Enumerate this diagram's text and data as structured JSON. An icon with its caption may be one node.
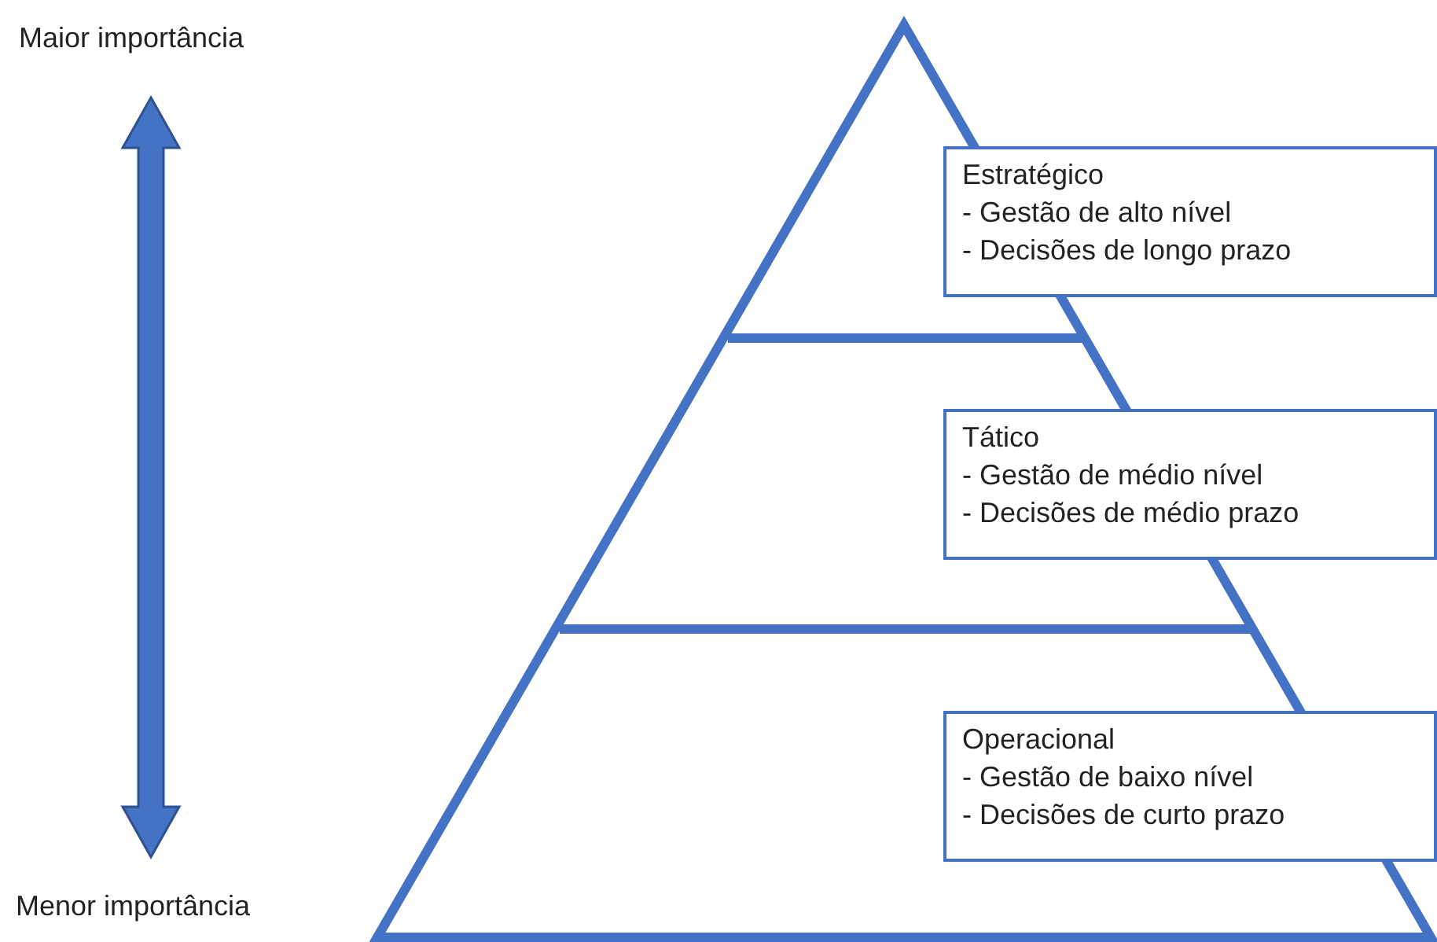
{
  "diagram": {
    "nodes": [
      {
        "text": [
          "Estratégico",
          "- Gestão de alto nível",
          "- Decisões de longo prazo"
        ]
      },
      {
        "text": [
          "Tático",
          "- Gestão de médio nível",
          "- Decisões de médio prazo"
        ]
      },
      {
        "text": [
          "Operacional",
          "- Gestão de baixo nível",
          "- Decisões de curto prazo"
        ]
      }
    ],
    "labels": [
      "Maior importância",
      "Menor importância"
    ]
  }
}
